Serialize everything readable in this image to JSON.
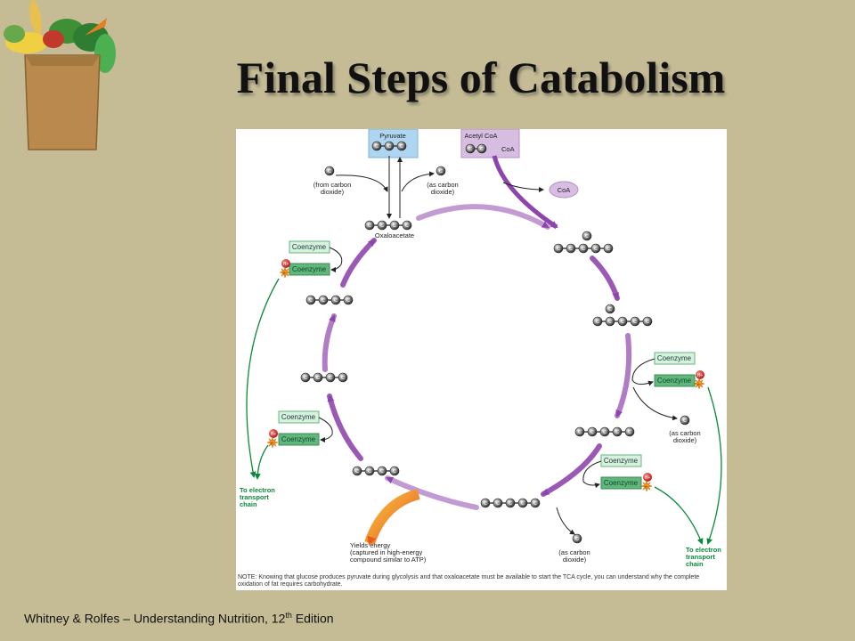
{
  "slide": {
    "title": "Final Steps of Catabolism",
    "footer_main": "Whitney  & Rolfes – Understanding Nutrition, 12",
    "footer_sup": "th",
    "footer_end": " Edition"
  },
  "diagram": {
    "pyruvate": "Pyruvate",
    "acetyl_coa": "Acetyl CoA",
    "coa_tag": "CoA",
    "coa_released": "CoA",
    "oxaloacetate": "Oxaloacetate",
    "from_co2": [
      "(from carbon",
      "dioxide)"
    ],
    "as_co2": [
      "(as carbon",
      "dioxide)"
    ],
    "coenzyme": "Coenzyme",
    "hplus": "H+",
    "electron": "e-",
    "ets": [
      "To electron",
      "transport",
      "chain"
    ],
    "yields": [
      "Yields energy",
      "(captured in high-energy",
      "compound similar to ATP)"
    ],
    "carbon": "C",
    "note": "NOTE: Knowing that glucose produces pyruvate during glycolysis and that oxaloacetate must be available to start the TCA cycle, you can understand why the complete oxidation of fat requires carbohydrate."
  },
  "colors": {
    "background": "#c5bc96",
    "arrow_purple": "#9b59b6",
    "coenzyme_green": "#5fb87a",
    "coenzyme_light": "#d9efdf",
    "pyruvate_blue": "#aed6f1",
    "acetyl_purple": "#d7bde2",
    "ets_green": "#0b8a3a"
  }
}
